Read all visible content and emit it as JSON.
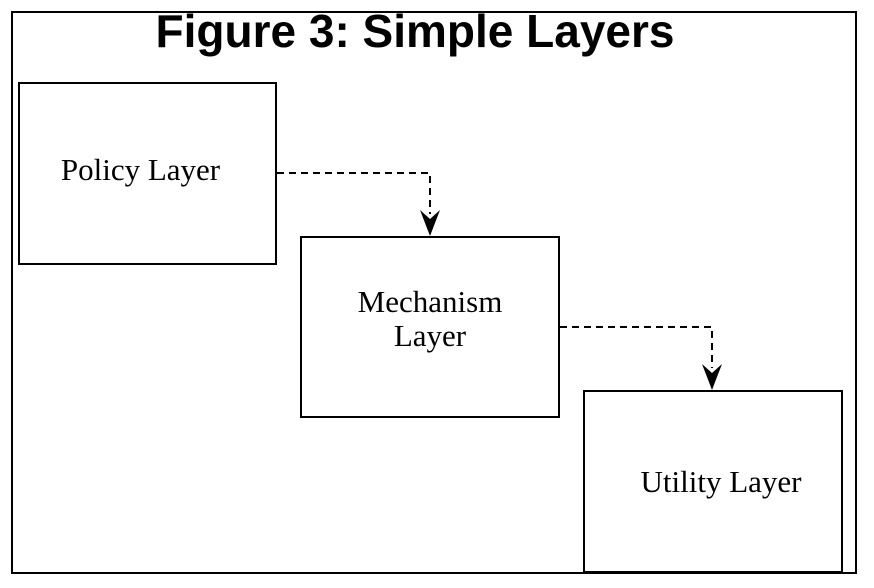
{
  "title": "Figure 3: Simple Layers",
  "layers": {
    "policy": {
      "label": "Policy Layer"
    },
    "mechanism": {
      "label": "Mechanism\nLayer"
    },
    "utility": {
      "label": "Utility Layer"
    }
  },
  "colors": {
    "stroke": "#000000",
    "background": "#ffffff"
  }
}
